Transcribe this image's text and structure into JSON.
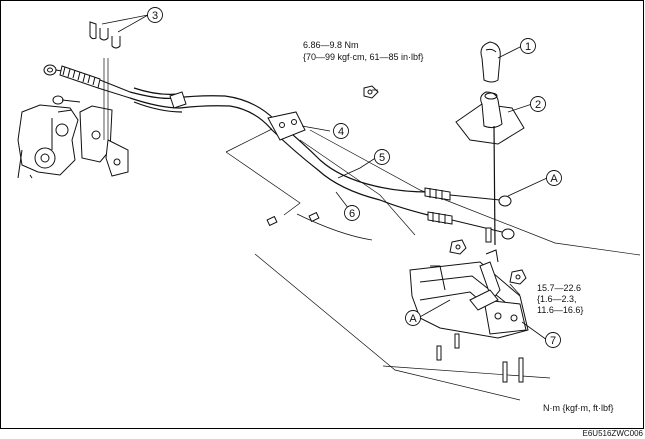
{
  "callouts": {
    "c1": "1",
    "c2": "2",
    "c3": "3",
    "c4": "4",
    "c5": "5",
    "c6": "6",
    "c7": "7",
    "a_upper": "A",
    "a_lower": "A"
  },
  "torque_top": {
    "line1": "6.86—9.8 Nm",
    "line2": "{70—99 kgf·cm, 61—85 in·lbf}"
  },
  "torque_right": {
    "line1": "15.7—22.6",
    "line2": "{1.6—2.3,",
    "line3": "11.6—16.6}"
  },
  "units_note": "N·m {kgf·m, ft·lbf}",
  "figure_code": "E6U516ZWC006",
  "colors": {
    "line": "#111111",
    "background": "#ffffff",
    "frame": "#000000"
  }
}
